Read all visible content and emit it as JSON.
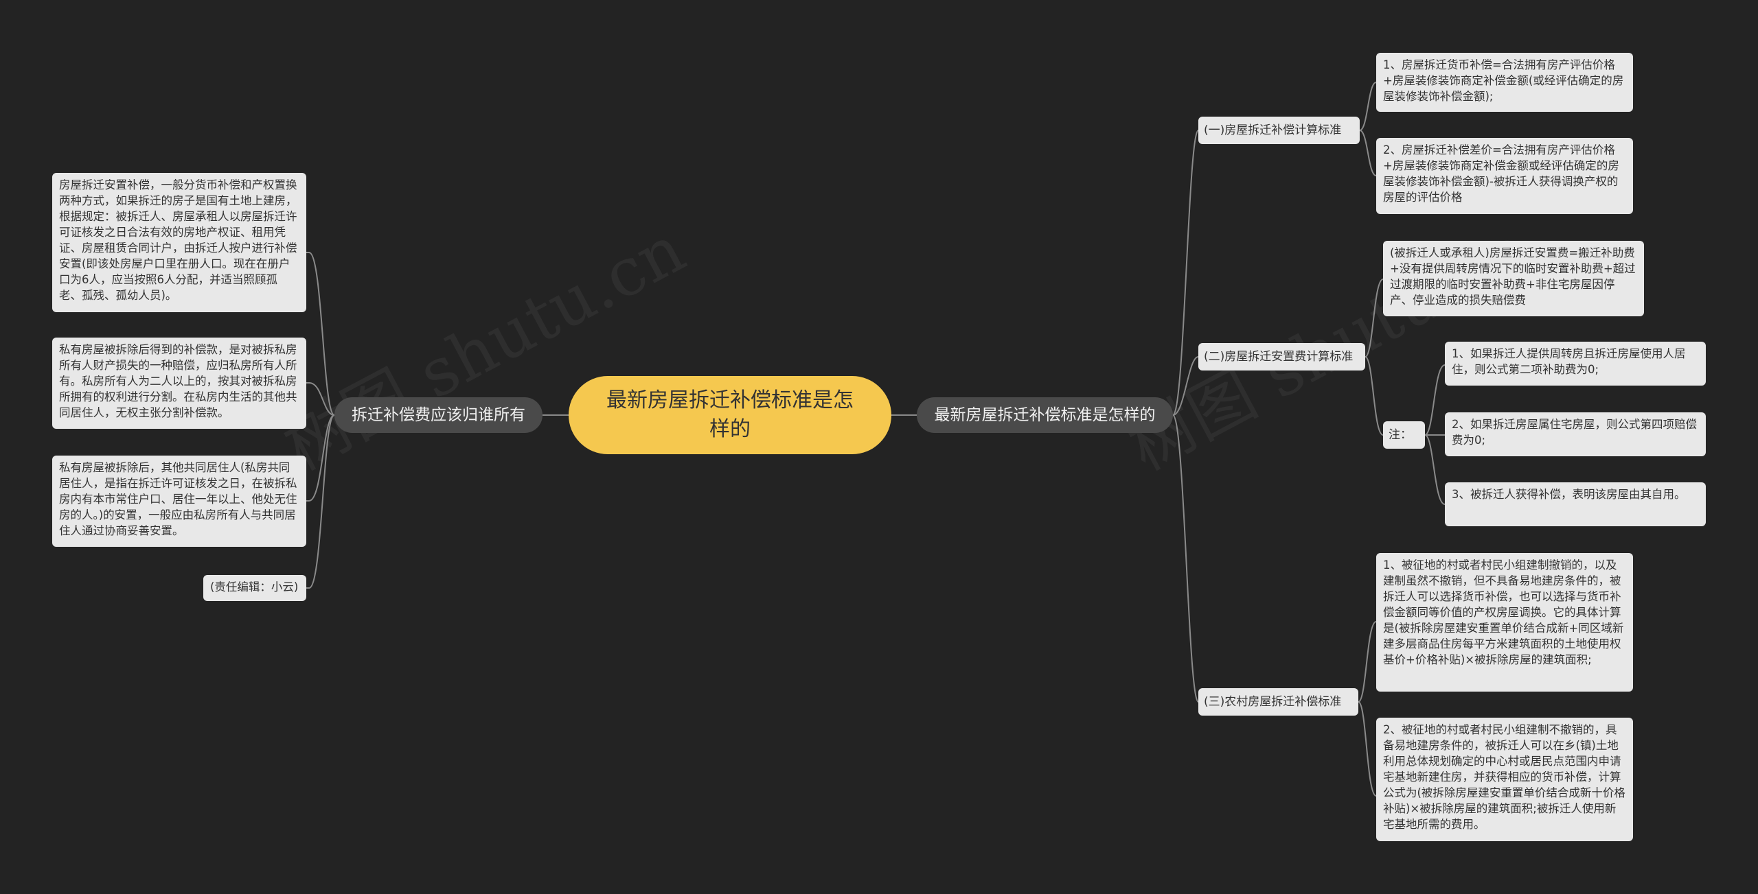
{
  "watermark": "树图 shutu.cn",
  "root": {
    "title": "最新房屋拆迁补偿标准是怎样的"
  },
  "left": {
    "title": "拆迁补偿费应该归谁所有",
    "leaves": [
      "房屋拆迁安置补偿，一般分货币补偿和产权置换两种方式，如果拆迁的房子是国有土地上建房，根据规定：被拆迁人、房屋承租人以房屋拆迁许可证核发之日合法有效的房地产权证、租用凭证、房屋租赁合同计户，由拆迁人按户进行补偿安置(即该处房屋户口里在册人口。现在在册户口为6人，应当按照6人分配，并适当照顾孤老、孤残、孤幼人员)。",
      "私有房屋被拆除后得到的补偿款，是对被拆私房所有人财产损失的一种赔偿，应归私房所有人所有。私房所有人为二人以上的，按其对被拆私房所拥有的权利进行分割。在私房内生活的其他共同居住人，无权主张分割补偿款。",
      "私有房屋被拆除后，其他共同居住人(私房共同居住人，是指在拆迁许可证核发之日，在被拆私房内有本市常住户口、居住一年以上、他处无住房的人。)的安置，一般应由私房所有人与共同居住人通过协商妥善安置。",
      "(责任编辑：小云)"
    ]
  },
  "right": {
    "title": "最新房屋拆迁补偿标准是怎样的",
    "sections": [
      {
        "title": "(一)房屋拆迁补偿计算标准",
        "leaves": [
          "1、房屋拆迁货币补偿=合法拥有房产评估价格+房屋装修装饰商定补偿金额(或经评估确定的房屋装修装饰补偿金额);",
          "2、房屋拆迁补偿差价=合法拥有房产评估价格+房屋装修装饰商定补偿金额或经评估确定的房屋装修装饰补偿金额)-被拆迁人获得调换产权的房屋的评估价格"
        ]
      },
      {
        "title": "(二)房屋拆迁安置费计算标准",
        "formula": "(被拆迁人或承租人)房屋拆迁安置费=搬迁补助费+没有提供周转房情况下的临时安置补助费+超过过渡期限的临时安置补助费+非住宅房屋因停产、停业造成的损失赔偿费",
        "note_label": "注：",
        "notes": [
          "1、如果拆迁人提供周转房且拆迁房屋使用人居住，则公式第二项补助费为0;",
          "2、如果拆迁房屋属住宅房屋，则公式第四项赔偿费为0;",
          "3、被拆迁人获得补偿，表明该房屋由其自用。"
        ]
      },
      {
        "title": "(三)农村房屋拆迁补偿标准",
        "leaves": [
          "1、被征地的村或者村民小组建制撤销的，以及建制虽然不撤销，但不具备易地建房条件的，被拆迁人可以选择货币补偿，也可以选择与货币补偿金额同等价值的产权房屋调换。它的具体计算是(被拆除房屋建安重置单价结合成新+同区域新建多层商品住房每平方米建筑面积的土地使用权基价+价格补贴)×被拆除房屋的建筑面积;",
          "2、被征地的村或者村民小组建制不撤销的，具备易地建房条件的，被拆迁人可以在乡(镇)土地利用总体规划确定的中心村或居民点范围内申请宅基地新建住房，并获得相应的货币补偿，计算公式为(被拆除房屋建安重置单价结合成新十价格补贴)×被拆除房屋的建筑面积;被拆迁人使用新宅基地所需的费用。"
        ]
      }
    ]
  }
}
